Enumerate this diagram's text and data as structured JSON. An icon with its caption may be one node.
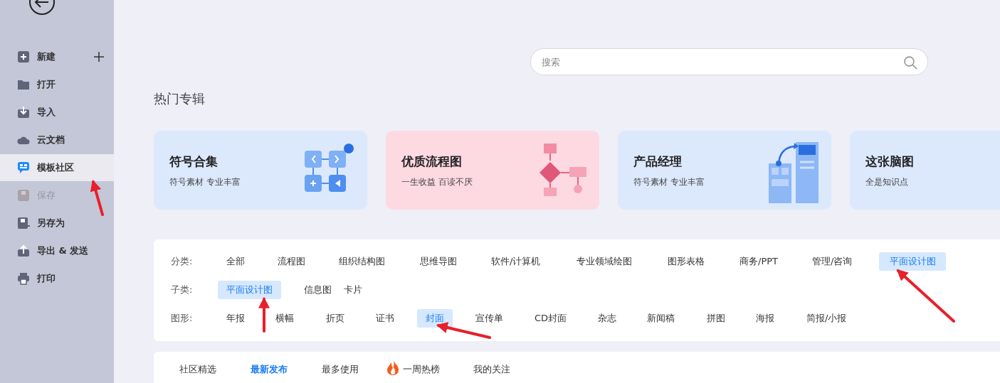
{
  "diagram": {
    "nodes": [
      {
        "text": [
          "模板社区"
        ]
      },
      {
        "text": [
          "搜索"
        ]
      },
      {
        "text": [
          "符号合集",
          "符号素材 专业丰富"
        ]
      },
      {
        "text": [
          "优质流程图",
          "一生收益 百读不厌"
        ]
      },
      {
        "text": [
          "产品经理",
          "符号素材 专业丰富"
        ]
      },
      {
        "text": [
          "这张脑图",
          "全是知识点"
        ]
      },
      {
        "text": [
          "平面设计图"
        ]
      },
      {
        "text": [
          "平面设计图"
        ]
      },
      {
        "text": [
          "封面"
        ]
      }
    ],
    "edges": [
      {
        "from": null,
        "to": 0,
        "arrow": "to"
      },
      {
        "from": null,
        "to": 6,
        "arrow": "to"
      },
      {
        "from": null,
        "to": 7,
        "arrow": "to"
      },
      {
        "from": null,
        "to": 8,
        "arrow": "to"
      }
    ],
    "labels": [
      "新建",
      "打开",
      "导入",
      "云文档",
      "保存",
      "另存为",
      "导出 & 发送",
      "打印",
      "热门专辑",
      "分类:",
      "全部",
      "流程图",
      "组织结构图",
      "思维导图",
      "软件/计算机",
      "专业领域绘图",
      "图形表格",
      "商务/PPT",
      "管理/咨询",
      "子类:",
      "信息图",
      "卡片",
      "图形:",
      "年报",
      "横幅",
      "折页",
      "证书",
      "宣传单",
      "CD封面",
      "杂志",
      "新闻稿",
      "拼图",
      "海报",
      "简报/小报",
      "社区精选",
      "最新发布",
      "最多使用",
      "一周热榜",
      "我的关注"
    ]
  }
}
